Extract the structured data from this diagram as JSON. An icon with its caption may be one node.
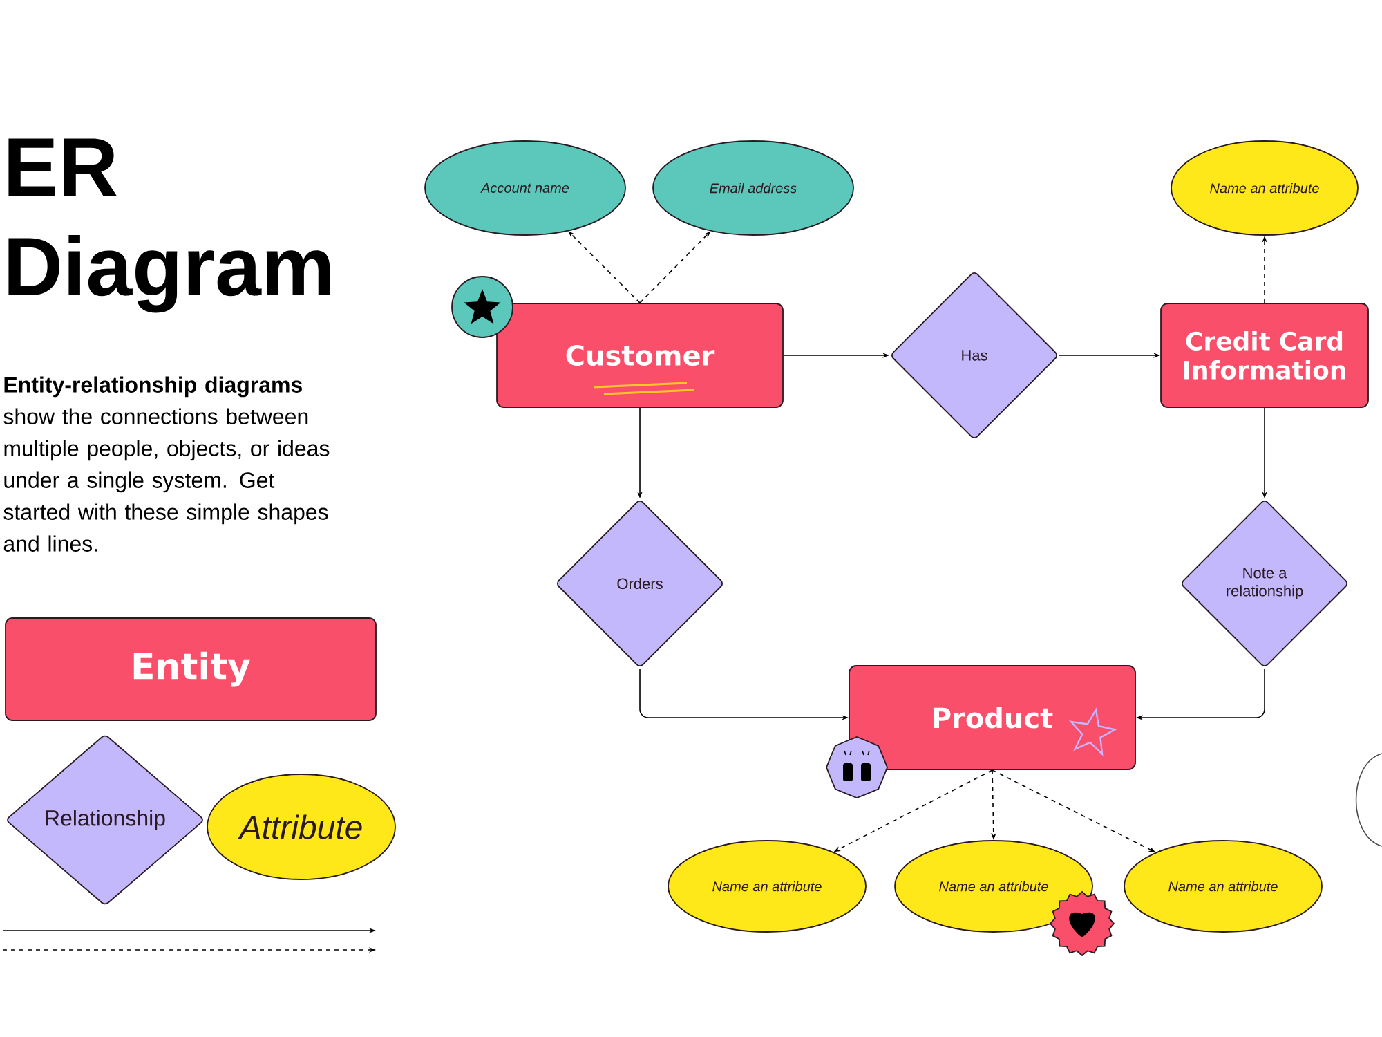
{
  "diagram": {
    "title": "ER Diagram",
    "nodes": [
      {
        "text": [
          "Entity"
        ]
      },
      {
        "text": [
          "Relationship"
        ]
      },
      {
        "text": [
          "Attribute"
        ]
      },
      {
        "text": [
          "Account name"
        ]
      },
      {
        "text": [
          "Email address"
        ]
      },
      {
        "text": [
          "Name an attribute"
        ]
      },
      {
        "text": [
          "Customer"
        ]
      },
      {
        "text": [
          "Has"
        ]
      },
      {
        "text": [
          "Credit Card Information"
        ]
      },
      {
        "text": [
          "Orders"
        ]
      },
      {
        "text": [
          "Note a relationship"
        ]
      },
      {
        "text": [
          "Product"
        ]
      },
      {
        "text": [
          "Name an attribute"
        ]
      },
      {
        "text": [
          "Name an attribute"
        ]
      },
      {
        "text": [
          "Name an attribute"
        ]
      }
    ],
    "edges": [
      {
        "from": 6,
        "to": 3,
        "arrow": "to",
        "style": "dashed"
      },
      {
        "from": 6,
        "to": 4,
        "arrow": "to",
        "style": "dashed"
      },
      {
        "from": 6,
        "to": 7,
        "arrow": "to"
      },
      {
        "from": 7,
        "to": 8,
        "arrow": "to"
      },
      {
        "from": 8,
        "to": 5,
        "arrow": "to",
        "style": "dashed"
      },
      {
        "from": 6,
        "to": 9,
        "arrow": "to"
      },
      {
        "from": 9,
        "to": 11,
        "arrow": "to"
      },
      {
        "from": 8,
        "to": 10,
        "arrow": "to"
      },
      {
        "from": 10,
        "to": 11,
        "arrow": "to"
      },
      {
        "from": 11,
        "to": 12,
        "arrow": "to",
        "style": "dashed"
      },
      {
        "from": 11,
        "to": 13,
        "arrow": "to",
        "style": "dashed"
      },
      {
        "from": 11,
        "to": 14,
        "arrow": "to",
        "style": "dashed"
      }
    ],
    "labels": [
      "**Entity-relationship diagrams** show the connections between multiple people, objects, or ideas under a single system. Get started with these simple shapes and lines."
    ]
  }
}
